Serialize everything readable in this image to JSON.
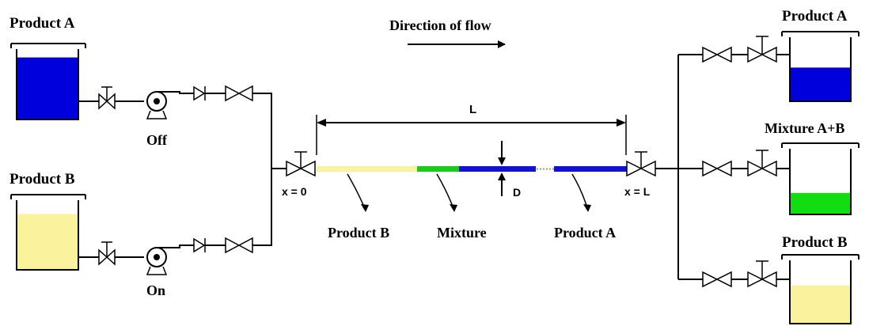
{
  "colors": {
    "product_a": "#0000dd",
    "product_b": "#fbf29d",
    "mixture": "#11dd11",
    "pipe_product_b": "#f8f3a0",
    "pipe_mixture": "#14d014",
    "pipe_product_a": "#1010d8"
  },
  "tanks": {
    "source_a": {
      "label": "Product A",
      "fill_level": 0.88,
      "color": "#0000dd"
    },
    "source_b": {
      "label": "Product B",
      "fill_level": 0.8,
      "color": "#fbf29d"
    },
    "dest_a": {
      "label": "Product A",
      "fill_level": 0.52,
      "color": "#0000dd"
    },
    "dest_mix": {
      "label": "Mixture A+B",
      "fill_level": 0.32,
      "color": "#11dd11"
    },
    "dest_b": {
      "label": "Product B",
      "fill_level": 0.6,
      "color": "#fbf29d"
    }
  },
  "pumps": {
    "top": {
      "state_label": "Off"
    },
    "bottom": {
      "state_label": "On"
    }
  },
  "flow": {
    "direction_label": "Direction of flow"
  },
  "pipeline": {
    "length_label": "L",
    "diameter_label": "D",
    "inlet_label": "x = 0",
    "outlet_label": "x = L",
    "segment_labels": {
      "product_b": "Product B",
      "mixture": "Mixture",
      "product_a": "Product A"
    }
  }
}
